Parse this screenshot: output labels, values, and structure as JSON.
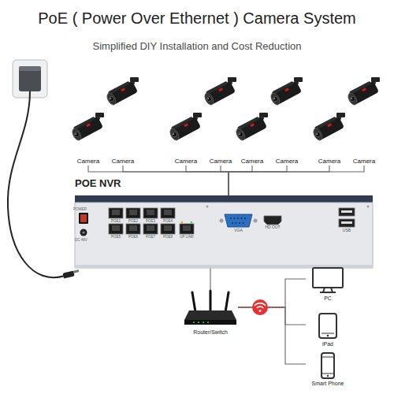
{
  "diagram": {
    "title": "PoE ( Power Over Ethernet ) Camera System",
    "nodes": [
      {
        "text": [
          "Camera"
        ]
      },
      {
        "text": [
          "Camera"
        ]
      },
      {
        "text": [
          "Camera"
        ]
      },
      {
        "text": [
          "Camera"
        ]
      },
      {
        "text": [
          "Camera"
        ]
      },
      {
        "text": [
          "Camera"
        ]
      },
      {
        "text": [
          "Camera"
        ]
      },
      {
        "text": [
          "Camera"
        ]
      },
      {
        "text": [
          "POE NVR"
        ]
      },
      {
        "text": [
          "Router/Switch"
        ]
      },
      {
        "text": [
          "PC"
        ]
      },
      {
        "text": [
          "iPad"
        ]
      },
      {
        "text": [
          "Smart Phone"
        ]
      }
    ],
    "edges": [
      {
        "from": 0,
        "to": 8,
        "arrow": "none"
      },
      {
        "from": 1,
        "to": 8,
        "arrow": "none"
      },
      {
        "from": 2,
        "to": 8,
        "arrow": "none"
      },
      {
        "from": 3,
        "to": 8,
        "arrow": "none"
      },
      {
        "from": 4,
        "to": 8,
        "arrow": "none"
      },
      {
        "from": 5,
        "to": 8,
        "arrow": "none"
      },
      {
        "from": 6,
        "to": 8,
        "arrow": "none"
      },
      {
        "from": 7,
        "to": 8,
        "arrow": "none"
      },
      {
        "from": 8,
        "to": 9,
        "arrow": "none"
      },
      {
        "from": 9,
        "to": 10,
        "arrow": "none"
      },
      {
        "from": 9,
        "to": 11,
        "arrow": "none"
      },
      {
        "from": 9,
        "to": 12,
        "arrow": "none"
      }
    ],
    "labels": [
      "Simplified DIY Installation and Cost Reduction",
      "POWER",
      "DC 48V",
      "POE1",
      "POE2",
      "POE3",
      "POE4",
      "POE5",
      "POE6",
      "POE7",
      "POE8",
      "UP LINK",
      "VGA",
      "HD OUT",
      "USB"
    ]
  }
}
